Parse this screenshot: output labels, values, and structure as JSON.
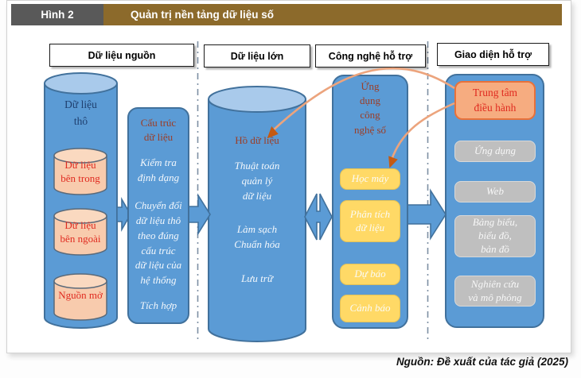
{
  "figure": {
    "label": "Hình 2",
    "title": "Quản trị nền tảng dữ liệu số",
    "source": "Nguồn: Đề xuất của tác giả (2025)"
  },
  "column_headers": [
    "Dữ liệu nguồn",
    "Dữ liệu lớn",
    "Công nghệ hỗ trợ",
    "Giao diện hỗ trợ"
  ],
  "source_data": {
    "raw_cylinder": "Dữ liệu\nthô",
    "inner_cylinders": [
      "Dữ liệu\nbên trong",
      "Dữ liệu\nbên ngoài",
      "Nguồn mở"
    ],
    "structure": {
      "title": "Cấu trúc\ndữ liệu",
      "steps": [
        "Kiểm tra\nđịnh dạng",
        "Chuyển đổi\ndữ liệu thô\ntheo đúng\ncấu trúc\ndữ liệu của\nhệ thống",
        "Tích hợp"
      ]
    }
  },
  "big_data": {
    "title": "Hồ dữ liệu",
    "functions": [
      "Thuật toán\nquản lý\ndữ liệu",
      "Làm sạch\nChuẩn hóa",
      "Lưu trữ"
    ]
  },
  "technology": {
    "title": "Ứng\ndụng\ncông\nnghệ số",
    "apps": [
      "Học máy",
      "Phân tích\ndữ liệu",
      "Dự báo",
      "Cảnh báo"
    ]
  },
  "interface": {
    "control_center": "Trung tâm\nđiều hành",
    "channels": [
      "Ứng dụng",
      "Web",
      "Bảng biểu,\nbiểu đồ,\nbản đồ",
      "Nghiên cứu\nvà mô phỏng"
    ]
  },
  "colors": {
    "accent_blue": "#5B9BD5",
    "blue_border": "#41719C",
    "peach": "#F8CBAD",
    "yellow": "#FFD966",
    "gray_box": "#BFBFBF",
    "salmon": "#F6AC80",
    "orange_arrow": "#C55A11",
    "red_text": "#E02B20",
    "brown_header": "#8C6A2B",
    "dark_label": "#595959"
  }
}
